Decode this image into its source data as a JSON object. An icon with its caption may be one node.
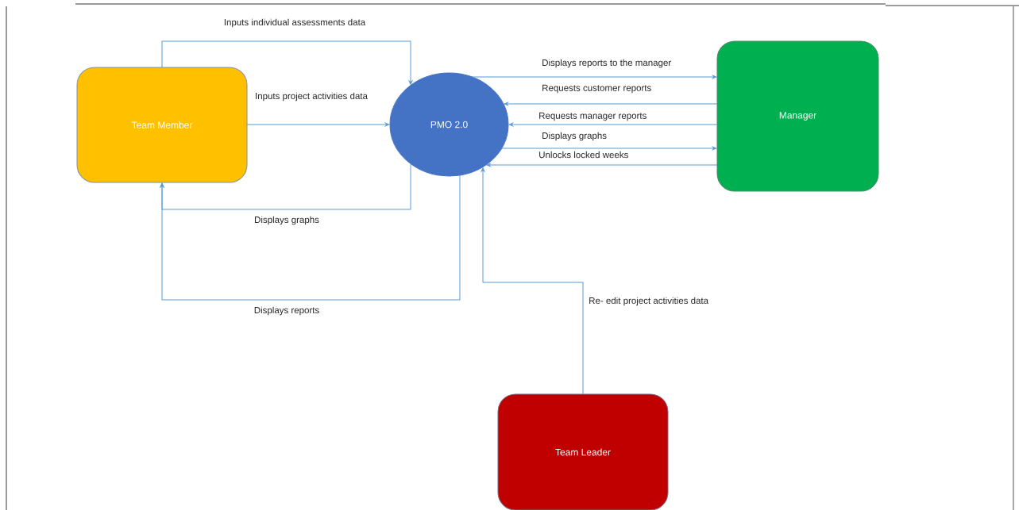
{
  "diagram": {
    "nodes": [
      {
        "text": [
          "Team Member"
        ]
      },
      {
        "text": [
          "PMO 2.0"
        ]
      },
      {
        "text": [
          "Manager"
        ]
      },
      {
        "text": [
          "Team Leader"
        ]
      }
    ],
    "edges": [
      {
        "from": 0,
        "to": 1,
        "arrow": "to",
        "label": "Inputs individual assessments data"
      },
      {
        "from": 0,
        "to": 1,
        "arrow": "to",
        "label": "Inputs project activities data"
      },
      {
        "from": 1,
        "to": 0,
        "arrow": "to",
        "label": "Displays graphs"
      },
      {
        "from": 1,
        "to": 0,
        "arrow": "to",
        "label": "Displays reports"
      },
      {
        "from": 1,
        "to": 2,
        "arrow": "to",
        "label": "Displays reports to the manager"
      },
      {
        "from": 2,
        "to": 1,
        "arrow": "to",
        "label": "Requests customer reports"
      },
      {
        "from": 2,
        "to": 1,
        "arrow": "to",
        "label": "Requests manager reports"
      },
      {
        "from": 1,
        "to": 2,
        "arrow": "to",
        "label": "Displays graphs"
      },
      {
        "from": 2,
        "to": 1,
        "arrow": "to",
        "label": "Unlocks locked weeks"
      },
      {
        "from": 3,
        "to": 1,
        "arrow": "to",
        "label": "Re- edit project activities data"
      }
    ]
  }
}
